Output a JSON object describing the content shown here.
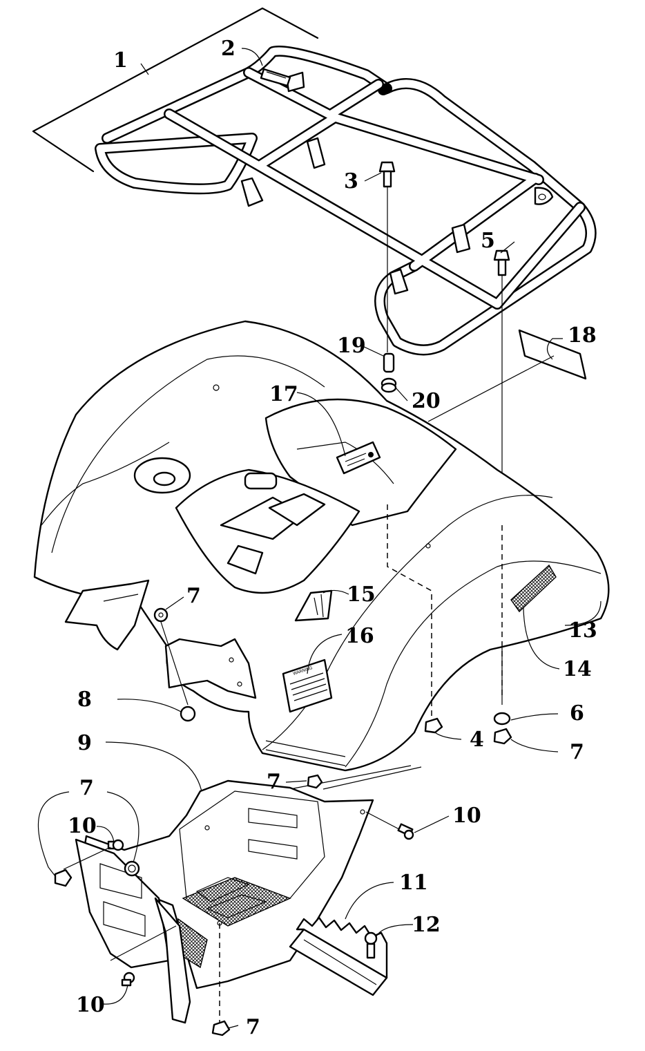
{
  "diagram": {
    "callouts": [
      {
        "id": "1",
        "text": "1"
      },
      {
        "id": "2",
        "text": "2"
      },
      {
        "id": "3",
        "text": "3"
      },
      {
        "id": "5",
        "text": "5"
      },
      {
        "id": "18",
        "text": "18"
      },
      {
        "id": "19",
        "text": "19"
      },
      {
        "id": "20",
        "text": "20"
      },
      {
        "id": "17",
        "text": "17"
      },
      {
        "id": "15",
        "text": "15"
      },
      {
        "id": "16",
        "text": "16"
      },
      {
        "id": "13",
        "text": "13"
      },
      {
        "id": "14",
        "text": "14"
      },
      {
        "id": "7a",
        "text": "7"
      },
      {
        "id": "8",
        "text": "8"
      },
      {
        "id": "6",
        "text": "6"
      },
      {
        "id": "4",
        "text": "4"
      },
      {
        "id": "7b",
        "text": "7"
      },
      {
        "id": "9",
        "text": "9"
      },
      {
        "id": "7c",
        "text": "7"
      },
      {
        "id": "7d",
        "text": "7"
      },
      {
        "id": "10a",
        "text": "10"
      },
      {
        "id": "10b",
        "text": "10"
      },
      {
        "id": "11",
        "text": "11"
      },
      {
        "id": "12",
        "text": "12"
      },
      {
        "id": "10c",
        "text": "10"
      },
      {
        "id": "7e",
        "text": "7"
      }
    ],
    "decal_16_text": "WARNING"
  }
}
